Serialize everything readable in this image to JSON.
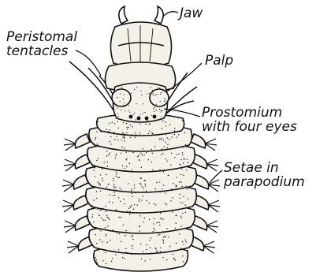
{
  "labels": {
    "jaw": "Jaw",
    "peristomal_line1": "Peristomal",
    "peristomal_line2": "tentacles",
    "palp": "Palp",
    "prostomium_line1": "Prostomium",
    "prostomium_line2": "with four eyes",
    "setae_line1": "Setae in",
    "setae_line2": "parapodium"
  },
  "colors": {
    "ink": "#111111",
    "body_fill": "#f4f1e9",
    "background": "#ffffff"
  },
  "segment_count": 8
}
